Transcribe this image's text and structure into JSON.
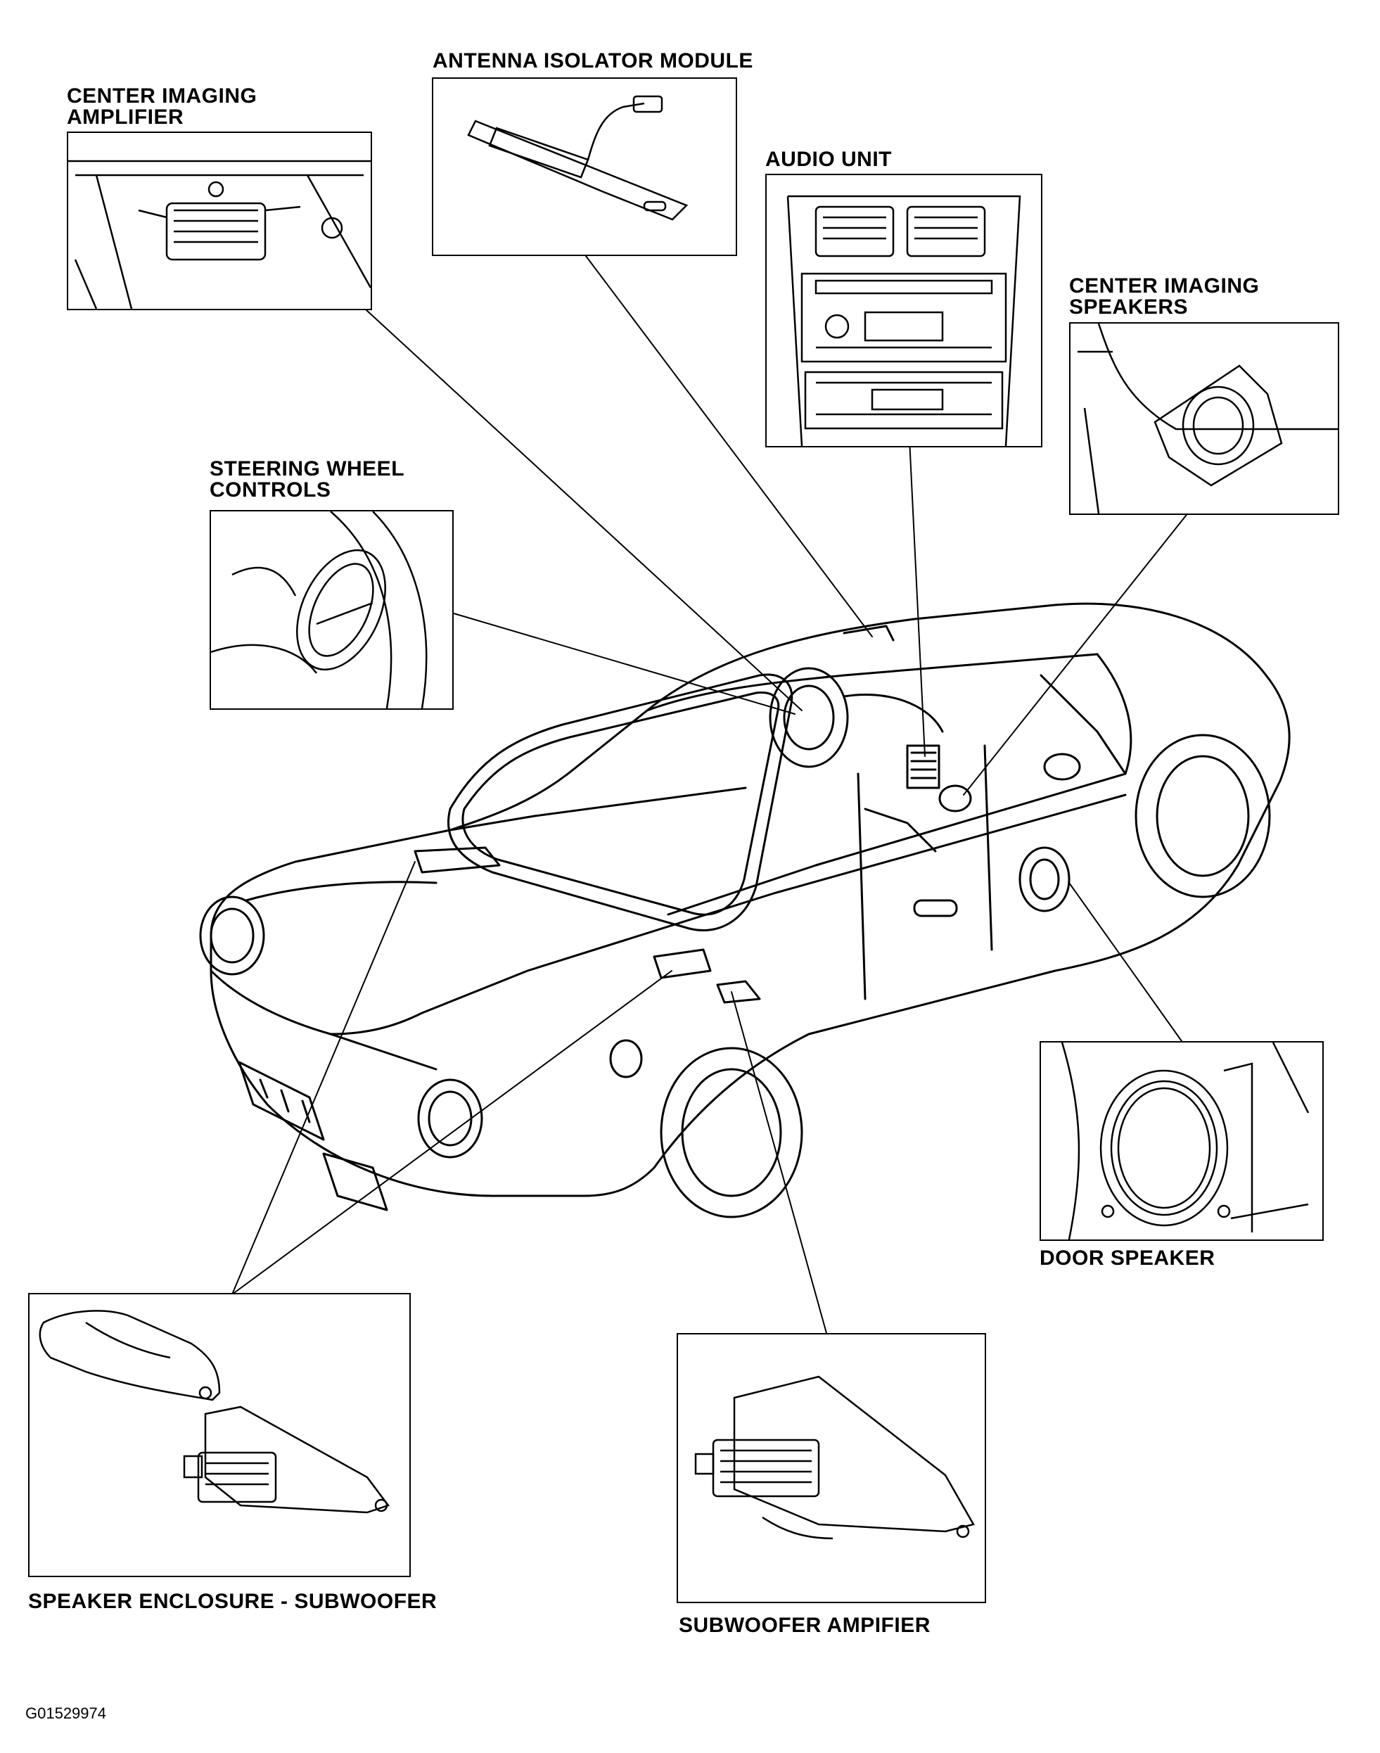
{
  "figure_id": "G01529974",
  "callouts": {
    "center_imaging_amplifier": "CENTER IMAGING\nAMPLIFIER",
    "antenna_isolator_module": "ANTENNA ISOLATOR MODULE",
    "audio_unit": "AUDIO UNIT",
    "center_imaging_speakers": "CENTER IMAGING\nSPEAKERS",
    "steering_wheel_controls": "STEERING WHEEL\nCONTROLS",
    "door_speaker": "DOOR SPEAKER",
    "speaker_enclosure_subwoofer": "SPEAKER ENCLOSURE - SUBWOOFER",
    "subwoofer_amplifier": "SUBWOOFER AMPIFIER"
  },
  "colors": {
    "line": "#000000",
    "background": "#ffffff",
    "shade": "#e6e6e6"
  }
}
